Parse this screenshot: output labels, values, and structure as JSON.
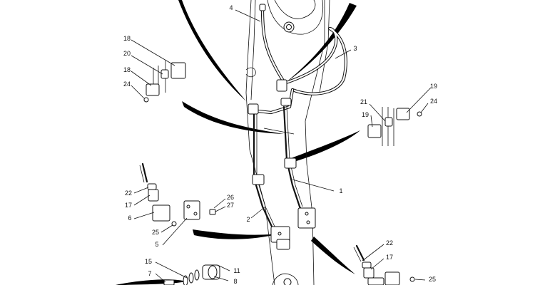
{
  "callouts": {
    "c1": "1",
    "c2": "2",
    "c3": "3",
    "c4": "4",
    "c5": "5",
    "c6": "6",
    "c7": "7",
    "c8": "8",
    "c11": "11",
    "c15": "15",
    "c17a": "17",
    "c17b": "17",
    "c18a": "18",
    "c18b": "18",
    "c19a": "19",
    "c19b": "19",
    "c20": "20",
    "c21": "21",
    "c22a": "22",
    "c22b": "22",
    "c24a": "24",
    "c24b": "24",
    "c25a": "25",
    "c25b": "25",
    "c26": "26",
    "c27": "27"
  }
}
